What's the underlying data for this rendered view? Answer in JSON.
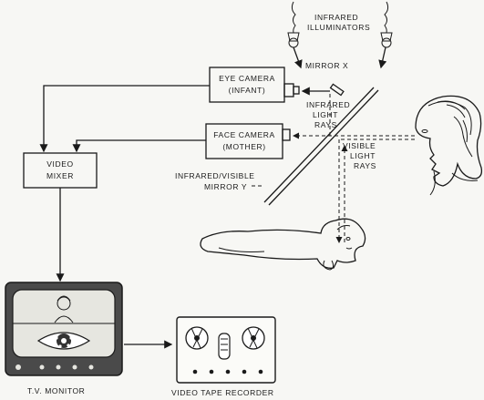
{
  "labels": {
    "infrared_illuminators_1": "INFRARED",
    "infrared_illuminators_2": "ILLUMINATORS",
    "mirror_x": "MIRROR X",
    "eye_camera_1": "EYE CAMERA",
    "eye_camera_2": "(INFANT)",
    "infrared_rays_1": "INFRARED",
    "infrared_rays_2": "LIGHT",
    "infrared_rays_3": "RAYS",
    "face_camera_1": "FACE CAMERA",
    "face_camera_2": "(MOTHER)",
    "visible_rays_1": "VISIBLE",
    "visible_rays_2": "LIGHT",
    "visible_rays_3": "RAYS",
    "video_mixer_1": "VIDEO",
    "video_mixer_2": "MIXER",
    "mirror_y_1": "INFRARED/VISIBLE",
    "mirror_y_2": "MIRROR Y",
    "tv_monitor": "T.V. MONITOR",
    "video_tape_recorder": "VIDEO TAPE RECORDER"
  },
  "colors": {
    "ink": "#1a1a1a",
    "paper": "#f7f7f4",
    "screen": "#e6e6e0",
    "monitor_body": "#4a4a4a"
  }
}
